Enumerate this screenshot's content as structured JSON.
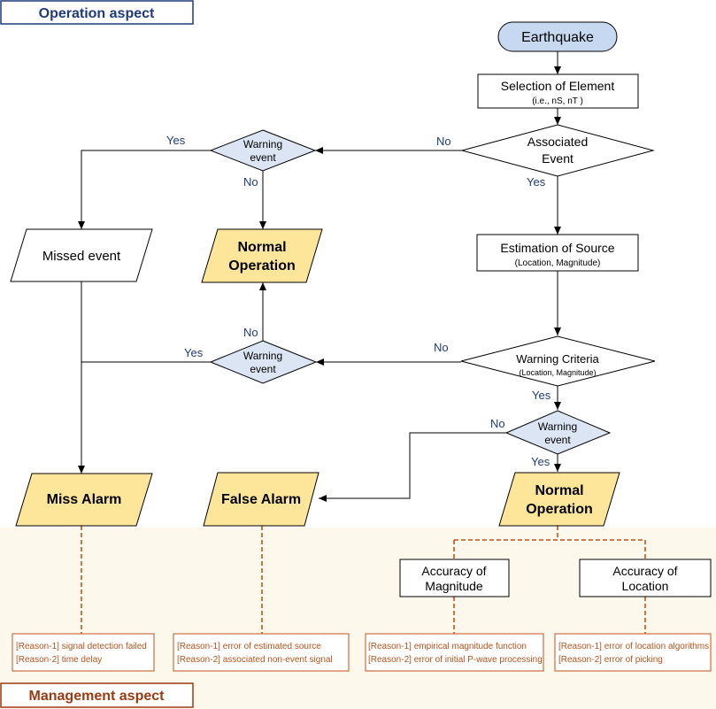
{
  "headers": {
    "operation": "Operation aspect",
    "management": "Management aspect"
  },
  "nodes": {
    "earthquake": "Earthquake",
    "selection_line1": "Selection of Element",
    "selection_line2": "(i.e., nS, nT )",
    "associated_line1": "Associated",
    "associated_line2": "Event",
    "warning_event_1_line1": "Warning",
    "warning_event_1_line2": "event",
    "missed_event": "Missed event",
    "normal_operation_top_line1": "Normal",
    "normal_operation_top_line2": "Operation",
    "estimation_line1": "Estimation of Source",
    "estimation_line2": "(Location, Magnitude)",
    "warning_event_2_line1": "Warning",
    "warning_event_2_line2": "event",
    "warning_criteria_line1": "Warning Criteria",
    "warning_criteria_line2": "(Location, Magnitude)",
    "warning_event_3_line1": "Warning",
    "warning_event_3_line2": "event",
    "miss_alarm": "Miss Alarm",
    "false_alarm": "False Alarm",
    "normal_operation_bottom_line1": "Normal",
    "normal_operation_bottom_line2": "Operation",
    "accuracy_magnitude_line1": "Accuracy of",
    "accuracy_magnitude_line2": "Magnitude",
    "accuracy_location_line1": "Accuracy of",
    "accuracy_location_line2": "Location"
  },
  "edge_labels": {
    "yes": "Yes",
    "no": "No"
  },
  "reasons": {
    "miss_alarm": [
      "[Reason-1] signal detection failed",
      "[Reason-2] time delay"
    ],
    "false_alarm": [
      "[Reason-1] error of estimated source",
      "[Reason-2] associated non-event signal"
    ],
    "magnitude": [
      "[Reason-1] empirical magnitude function",
      "[Reason-2] error of initial P-wave processing"
    ],
    "location": [
      "[Reason-1] error of location algorithms",
      "[Reason-2] error of picking"
    ]
  },
  "colors": {
    "header_operation": "#1f3a7a",
    "header_management": "#9a3a10",
    "diamond_fill": "#dbe5f3",
    "terminal_fill": "#c6d9f1",
    "alarm_fill": "#fde69a",
    "management_bg": "#fdf8ec",
    "reason_text": "#b5531c",
    "dashed_line": "#c0531c"
  }
}
